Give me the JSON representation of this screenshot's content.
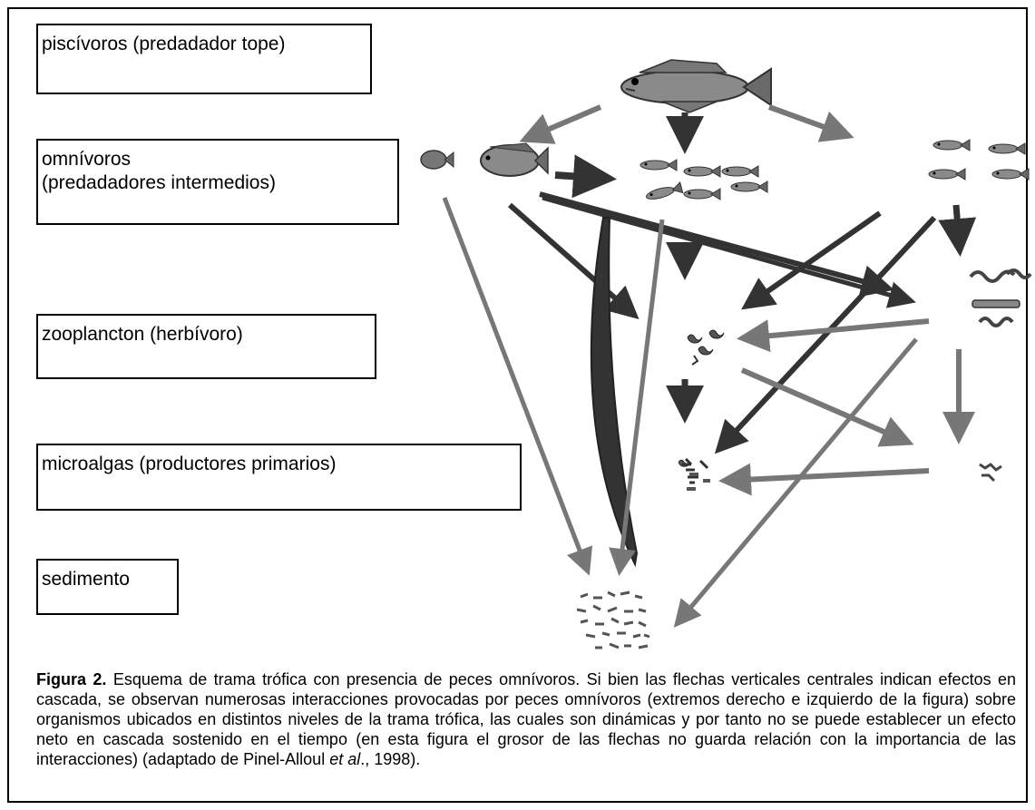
{
  "levels": {
    "piscivoros": "piscívoros (predadador tope)",
    "omnivoros_line1": "omnívoros",
    "omnivoros_line2": "(predadadores intermedios)",
    "zooplancton": "zooplancton  (herbívoro)",
    "microalgas": "microalgas (productores primarios)",
    "sedimento": "sedimento"
  },
  "caption": {
    "label": "Figura 2.",
    "text_part1": " Esquema de trama trófica con presencia de peces omnívoros. Si bien las flechas verticales centrales indican efectos en cascada, se observan numerosas interacciones provocadas por peces omnívoros (extremos derecho e izquierdo de la figura) sobre organismos ubicados en distintos niveles de la trama trófica, las cuales son dinámicas y por tanto no se puede establecer un efecto neto en cascada sostenido en el tiempo (en esta figura el grosor de las flechas no guarda relación con la importancia de las interacciones) (adaptado de Pinel-Alloul ",
    "etal": "et al",
    "text_part2": "., 1998)."
  },
  "colors": {
    "dark_arrow": "#333333",
    "medium_arrow": "#777777",
    "fish_body": "#8a8a8a",
    "organism": "#555555"
  }
}
